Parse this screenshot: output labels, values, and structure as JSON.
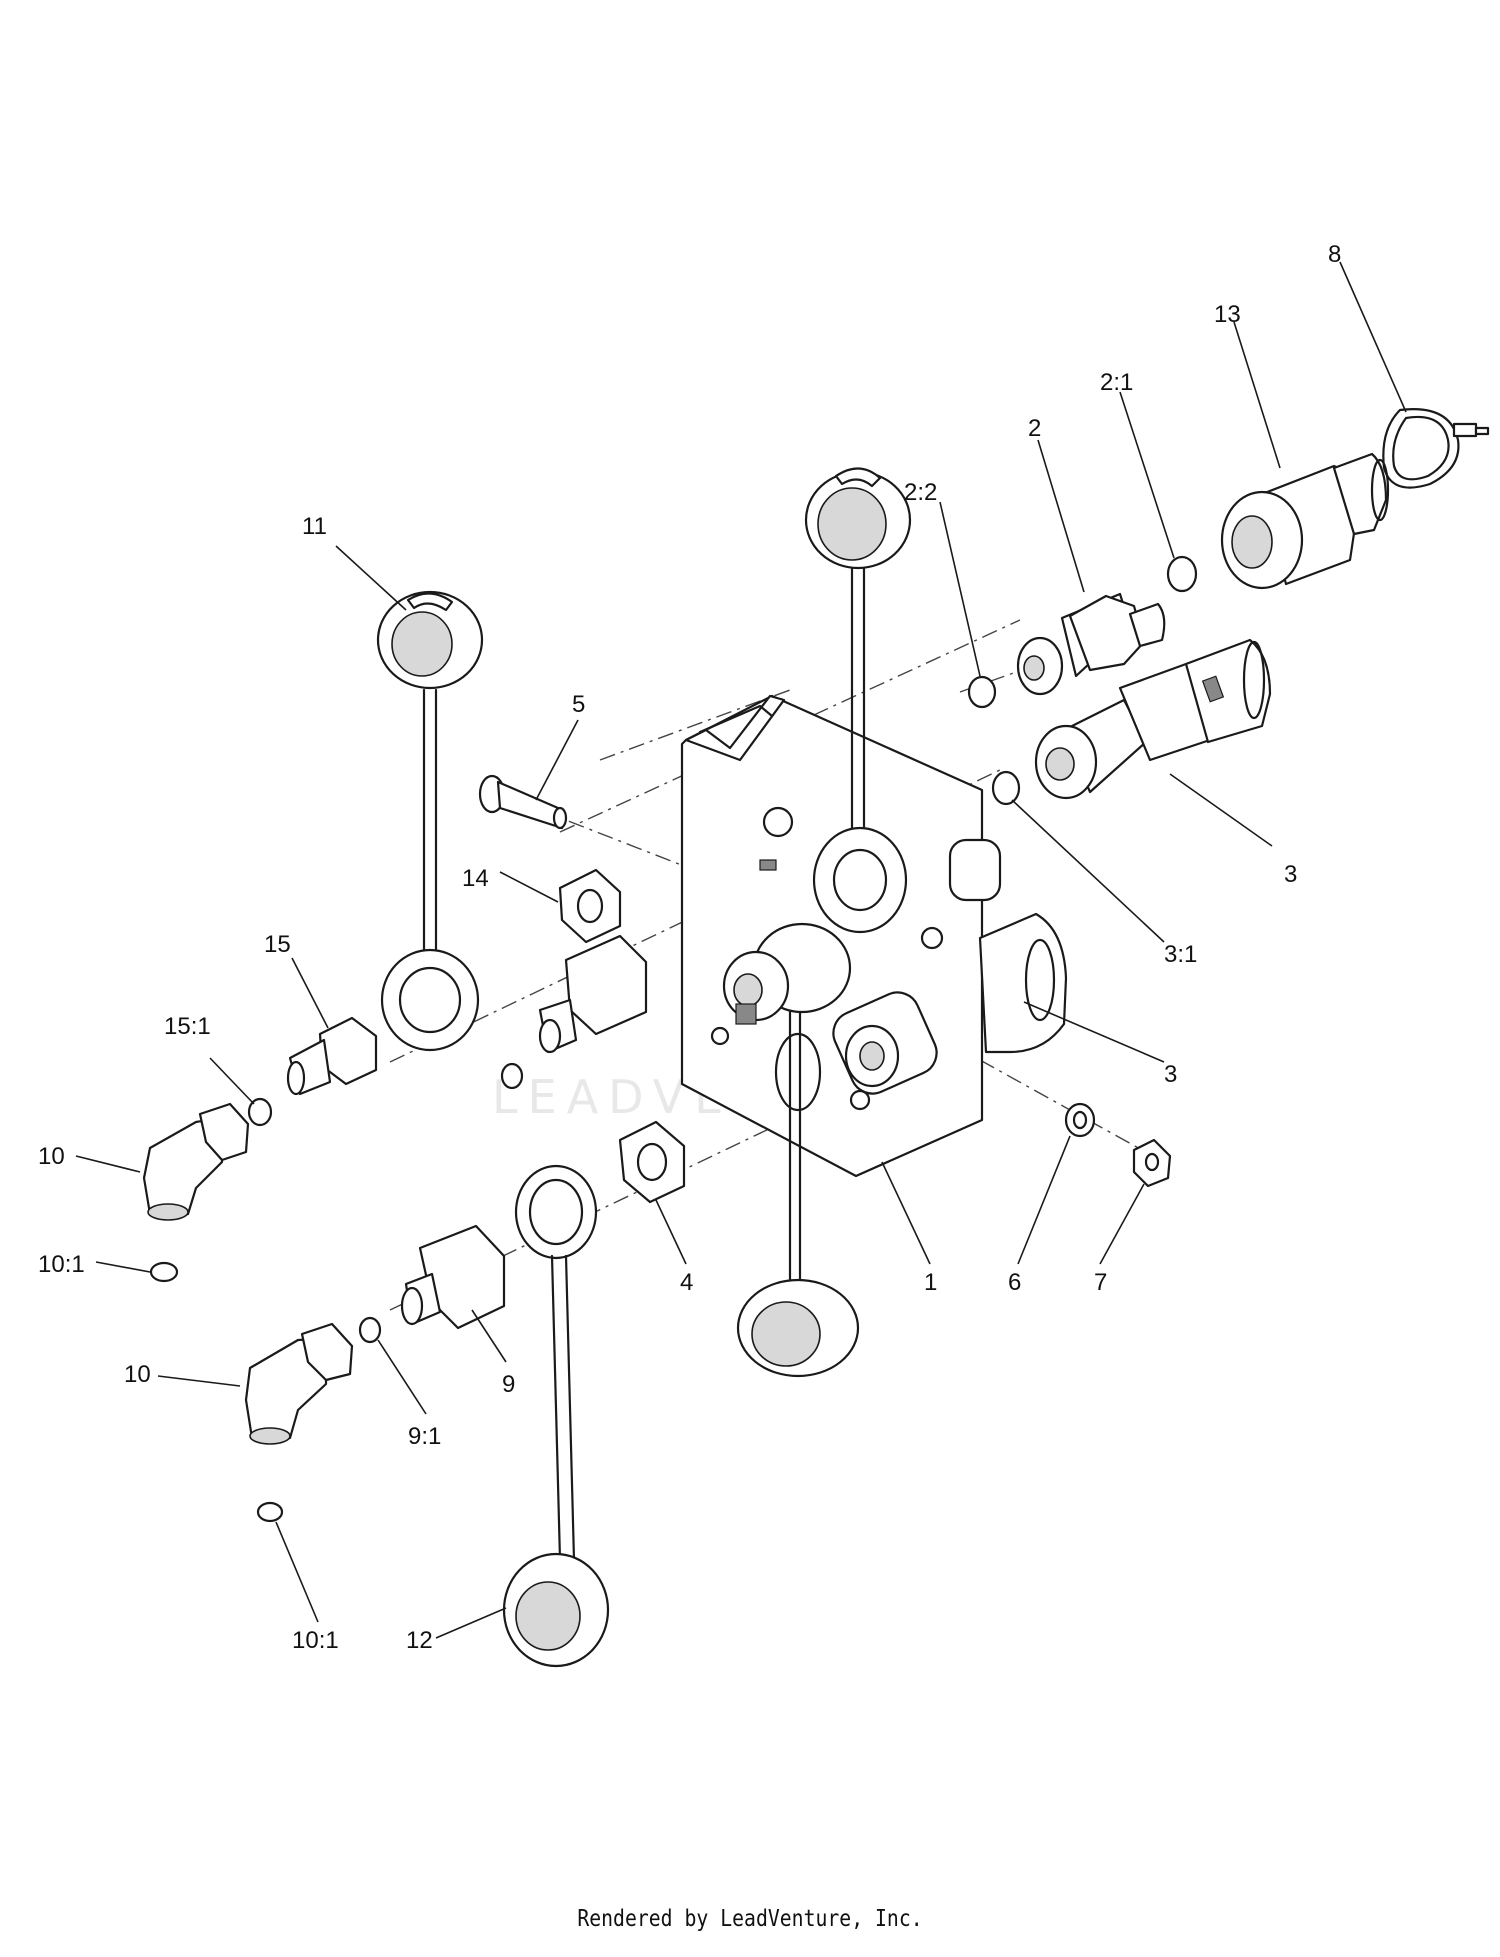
{
  "labels": {
    "l8": "8",
    "l13": "13",
    "l2_1": "2:1",
    "l2": "2",
    "l2_2": "2:2",
    "l11": "11",
    "l5": "5",
    "l3_top": "3",
    "l14": "14",
    "l3_1": "3:1",
    "l15": "15",
    "l15_1": "15:1",
    "l3_mid": "3",
    "l10_top": "10",
    "l10_1_top": "10:1",
    "l4": "4",
    "l1": "1",
    "l6": "6",
    "l7": "7",
    "l9": "9",
    "l10_bottom": "10",
    "l9_1": "9:1",
    "l10_1_bottom": "10:1",
    "l12": "12"
  },
  "watermark": "LEADVENTURE",
  "footer": "Rendered by LeadVenture, Inc."
}
